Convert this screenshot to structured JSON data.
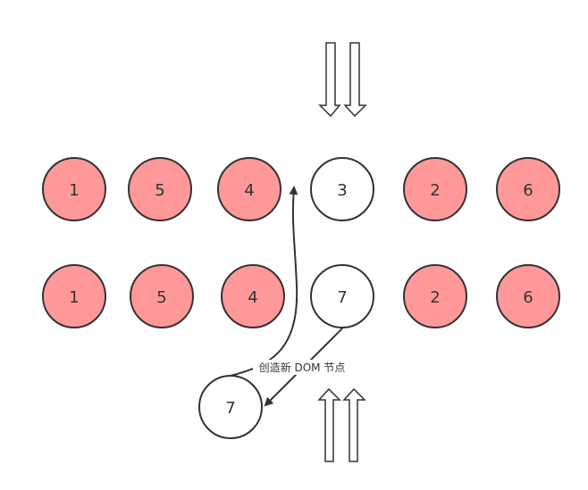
{
  "colors": {
    "highlight": "#ff9999",
    "plain": "#ffffff",
    "stroke": "#333333"
  },
  "rows": [
    {
      "nodes": [
        {
          "label": "1",
          "highlight": true
        },
        {
          "label": "5",
          "highlight": true
        },
        {
          "label": "4",
          "highlight": true
        },
        {
          "label": "3",
          "highlight": false
        },
        {
          "label": "2",
          "highlight": true
        },
        {
          "label": "6",
          "highlight": true
        }
      ]
    },
    {
      "nodes": [
        {
          "label": "1",
          "highlight": true
        },
        {
          "label": "5",
          "highlight": true
        },
        {
          "label": "4",
          "highlight": true
        },
        {
          "label": "7",
          "highlight": false
        },
        {
          "label": "2",
          "highlight": true
        },
        {
          "label": "6",
          "highlight": true
        }
      ]
    }
  ],
  "new_node": {
    "label": "7"
  },
  "annotation": "创造新 DOM 节点"
}
